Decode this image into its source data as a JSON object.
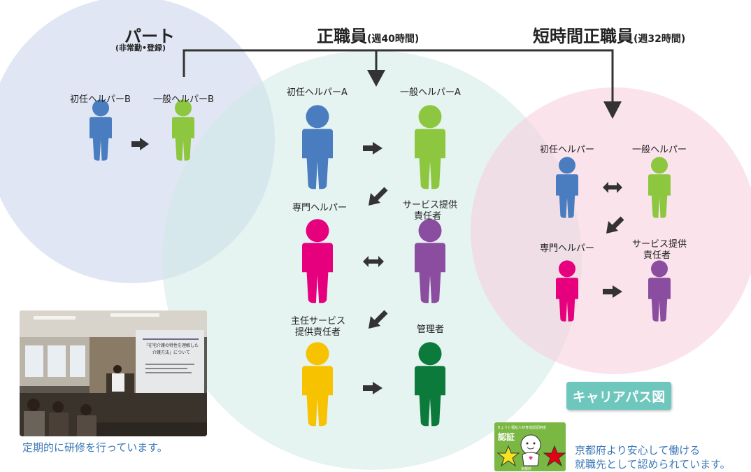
{
  "sections": {
    "part": {
      "title": "パート",
      "subtitle": "(非常勤•登録)"
    },
    "fulltime": {
      "title": "正職員",
      "subtitle": "(週40時間)"
    },
    "shorttime": {
      "title": "短時間正職員",
      "subtitle": "(週32時間)"
    }
  },
  "roles": {
    "part_novice": "初任ヘルパーB",
    "part_general": "一般ヘルパーB",
    "ft_novice": "初任ヘルパーA",
    "ft_general": "一般ヘルパーA",
    "ft_specialist": "専門ヘルパー",
    "ft_provider_1": "サービス提供",
    "ft_provider_2": "責任者",
    "ft_chief_1": "主任サービス",
    "ft_chief_2": "提供責任者",
    "ft_manager": "管理者",
    "st_novice": "初任ヘルパー",
    "st_general": "一般ヘルパー",
    "st_specialist": "専門ヘルパー",
    "st_provider_1": "サービス提供",
    "st_provider_2": "責任者"
  },
  "colors": {
    "novice": "#4a7cc0",
    "general": "#8dc63f",
    "specialist": "#e6007e",
    "provider": "#8b4d9f",
    "chief": "#f7c200",
    "manager": "#0b7a3b",
    "circle_part": "#dfe5f2",
    "circle_fulltime": "#dff0ee",
    "circle_shorttime": "#fbe2ec"
  },
  "photo": {
    "slide_line_1": "「在宅介護の特性を理解した",
    "slide_line_2": "介護方法」について",
    "caption": "定期的に研修を行っています。"
  },
  "career_badge": "キャリアパス図",
  "certification": {
    "header": "きょうと福祉人材育成認証制度",
    "label": "認証",
    "org": "京都府",
    "text_line_1": "京都府より安心して働ける",
    "text_line_2": "就職先として認められています。"
  }
}
